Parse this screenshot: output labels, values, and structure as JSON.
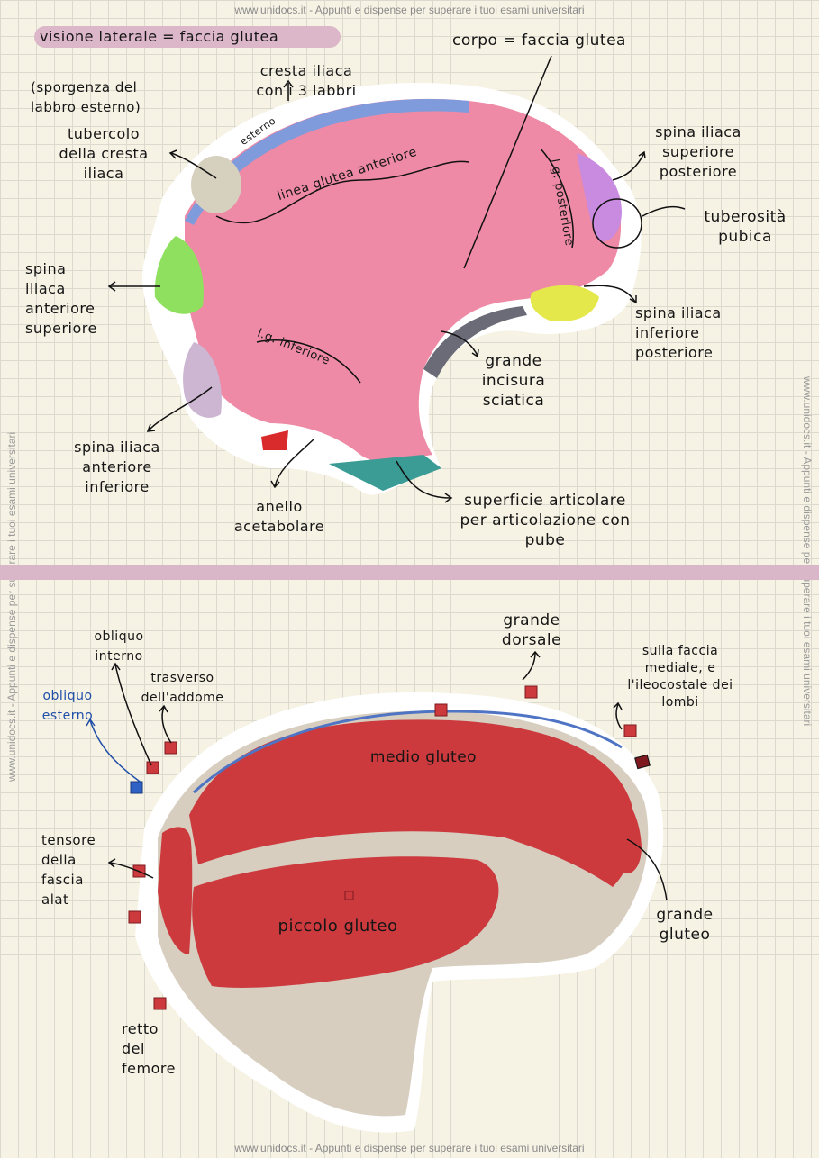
{
  "watermark": "www.unidocs.it - Appunti e dispense per superare i tuoi esami universitari",
  "top": {
    "title": "visione laterale = faccia glutea",
    "labels": {
      "corpo": "corpo = faccia glutea",
      "cresta": "cresta iliaca\ncon i 3 labbri",
      "sporgenza": "(sporgenza del\nlabbro esterno)",
      "tubercolo": "tubercolo\ndella cresta\niliaca",
      "esterno": "esterno",
      "linea_anteriore": "linea glutea anteriore",
      "linea_posteriore": "l.g. posteriore",
      "linea_inferiore": "l.g. inferiore",
      "spina_sup_post": "spina iliaca\nsuperiore\nposteriore",
      "tuberosita": "tuberosità\npubica",
      "spina_ant_sup": "spina\niliaca\nanteriore\nsuperiore",
      "spina_inf_post": "spina iliaca\ninferiore\nposteriore",
      "grande_incisura": "grande\nincisura\nsciatica",
      "spina_ant_inf": "spina iliaca\nanteriore\ninferiore",
      "anello": "anello\nacetabolare",
      "superficie": "superficie articolare\nper articolazione con\npube"
    }
  },
  "bottom": {
    "labels": {
      "obliquo_interno": "obliquo\ninterno",
      "trasverso": "trasverso\ndell'addome",
      "obliquo_esterno": "obliquo\nesterno",
      "grande_dorsale": "grande\ndorsale",
      "faccia_mediale": "sulla faccia\nmediale, e\nl'ileocostale dei\nlombi",
      "medio_gluteo": "medio gluteo",
      "tensore": "tensore\ndella\nfascia\nalat",
      "piccolo_gluteo": "piccolo gluteo",
      "grande_gluteo": "grande\ngluteo",
      "retto": "retto\ndel\nfemore"
    }
  },
  "colors": {
    "paper": "#f6f2e4",
    "pink_bone": "#ee8aa6",
    "muscle_red": "#cc3a3e",
    "bone_beige": "#d7cec0",
    "highlight": "#dcb7c9",
    "blue_label": "#1f4ea8"
  }
}
